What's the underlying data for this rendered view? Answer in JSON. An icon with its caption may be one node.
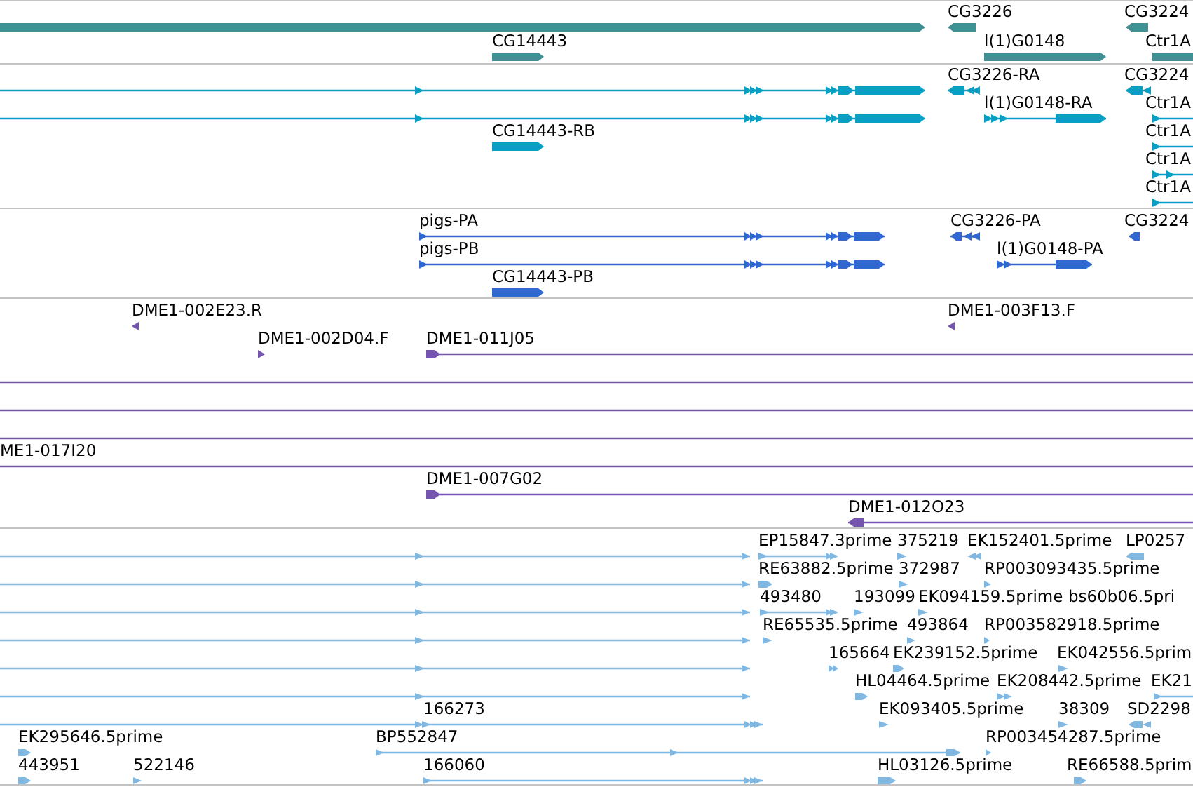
{
  "diagram": {
    "labels": [
      "CG3226",
      "CG3224",
      "CG14443",
      "l(1)G0148",
      "Ctr1A",
      "CG3226-RA",
      "CG3224",
      "l(1)G0148-RA",
      "Ctr1A",
      "CG14443-RB",
      "Ctr1A",
      "Ctr1A",
      "Ctr1A",
      "pigs-PA",
      "CG3226-PA",
      "CG3224",
      "pigs-PB",
      "l(1)G0148-PA",
      "CG14443-PB",
      "DME1-002E23.R",
      "DME1-003F13.F",
      "DME1-002D04.F",
      "DME1-011J05",
      "ME1-017I20",
      "DME1-007G02",
      "DME1-012O23",
      "EP15847.3prime",
      "375219",
      "EK152401.5prime",
      "LP0257",
      "RE63882.5prime",
      "372987",
      "RP003093435.5prime",
      "493480",
      "193099",
      "EK094159.5prime",
      "bs60b06.5pri",
      "RE65535.5prime",
      "493864",
      "RP003582918.5prime",
      "165664",
      "EK239152.5prime",
      "EK042556.5prim",
      "HL04464.5prime",
      "EK208442.5prime",
      "EK21",
      "166273",
      "EK093405.5prime",
      "38309",
      "SD2298",
      "EK295646.5prime",
      "BP552847",
      "RP003454287.5prime",
      "443951",
      "522146",
      "166060",
      "HL03126.5prime",
      "RE66588.5prim"
    ]
  }
}
